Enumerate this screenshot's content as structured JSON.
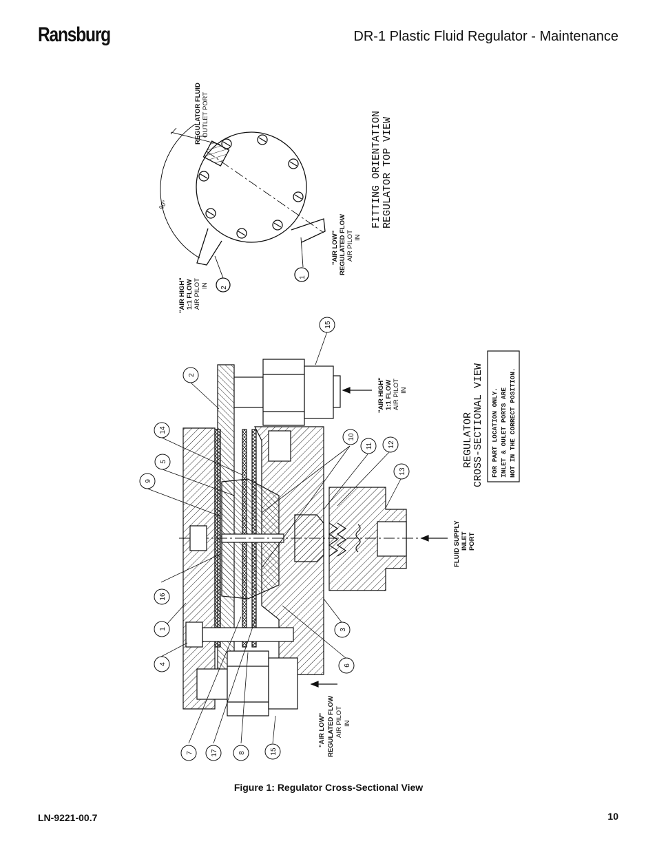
{
  "header": {
    "brand": "Ransburg",
    "title": "DR-1 Plastic Fluid Regulator - Maintenance"
  },
  "top_view": {
    "title_line1": "FITTING ORIENTATION",
    "title_line2": "REGULATOR TOP VIEW",
    "angle": "90°",
    "outlet_line1": "REGULATOR FLUID",
    "outlet_line2": "OUTLET PORT",
    "air_high": [
      "\"AIR HIGH\"",
      "1:1 FLOW",
      "AIR PILOT",
      "IN"
    ],
    "air_low": [
      "\"AIR LOW\"",
      "REGULATED FLOW",
      "AIR PILOT",
      "IN"
    ],
    "callouts": [
      "2",
      "1"
    ]
  },
  "section_view": {
    "title_line1": "REGULATOR",
    "title_line2": "CROSS-SECTIONAL VIEW",
    "note": [
      "FOR PART LOCATION ONLY.",
      "INLET & OULET PORTS ARE",
      "NOT IN THE CORRECT POSITION."
    ],
    "air_high": [
      "\"AIR HIGH\"",
      "1:1 FLOW",
      "AIR PILOT",
      "IN"
    ],
    "air_low": [
      "\"AIR LOW\"",
      "REGULATED FLOW",
      "AIR PILOT",
      "IN"
    ],
    "fluid_supply": [
      "FLUID SUPPLY",
      "INLET",
      "PORT"
    ],
    "callouts": [
      "15",
      "2",
      "14",
      "5",
      "9",
      "10",
      "11",
      "12",
      "13",
      "16",
      "1",
      "4",
      "3",
      "6",
      "7",
      "17",
      "8",
      "15"
    ]
  },
  "caption": "Figure 1:  Regulator Cross-Sectional View",
  "footer": {
    "doc_number": "LN-9221-00.7",
    "page_number": "10"
  }
}
